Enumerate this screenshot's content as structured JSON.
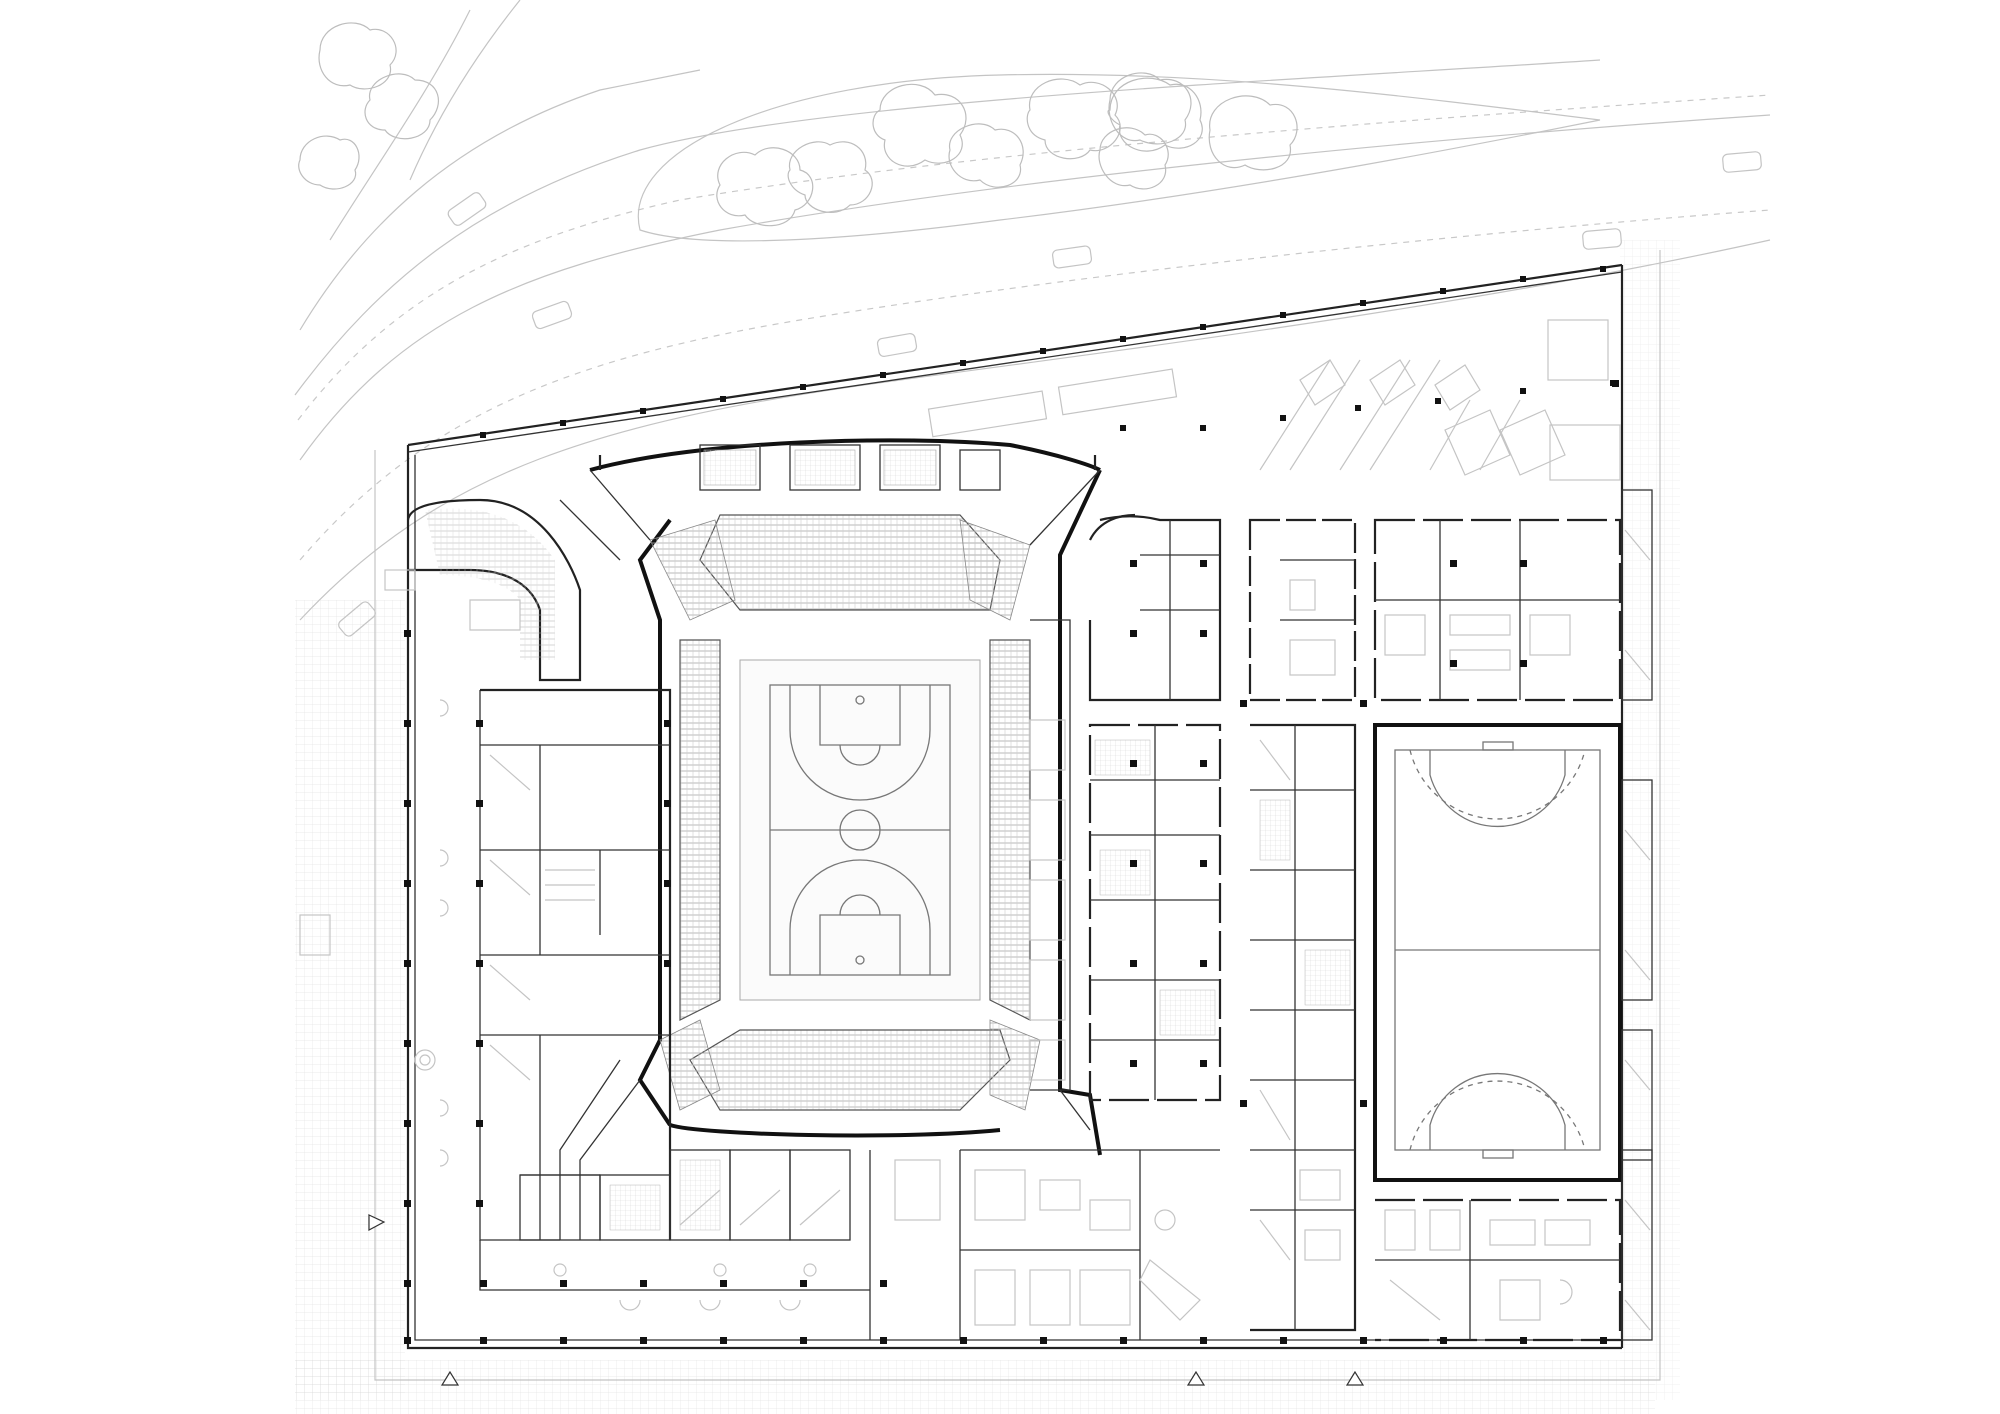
{
  "drawing": {
    "type": "architectural floor plan",
    "background": "#ffffff",
    "ink_color": "#111111",
    "hatch_color": "#c4c4c4"
  },
  "elements": {
    "main_arena": {
      "icon": "basketball-court"
    },
    "training_hall": {
      "icon": "handball-court"
    },
    "entrances": {
      "count": 4,
      "icon": "triangle-entrance-marker"
    },
    "parking": {
      "icon": "car-outline"
    },
    "landscaping": {
      "icon": "tree-outline"
    }
  }
}
